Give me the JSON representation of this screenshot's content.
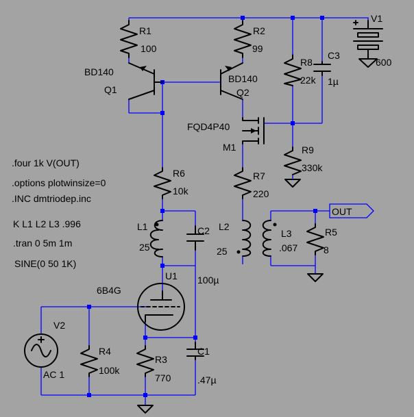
{
  "components": {
    "r1": {
      "name": "R1",
      "value": "100"
    },
    "r2": {
      "name": "R2",
      "value": "99"
    },
    "r3": {
      "name": "R3",
      "value": "770"
    },
    "r4": {
      "name": "R4",
      "value": "100k"
    },
    "r5": {
      "name": "R5",
      "value": "8"
    },
    "r6": {
      "name": "R6",
      "value": "10k"
    },
    "r7": {
      "name": "R7",
      "value": "220"
    },
    "r8": {
      "name": "R8",
      "value": "22k"
    },
    "r9": {
      "name": "R9",
      "value": "330k"
    },
    "c1": {
      "name": "C1",
      "value": ".47µ"
    },
    "c2": {
      "name": "C2",
      "value": "100µ"
    },
    "c3": {
      "name": "C3",
      "value": "1µ"
    },
    "l1": {
      "name": "L1",
      "value": "25"
    },
    "l2": {
      "name": "L2",
      "value": "25"
    },
    "l3": {
      "name": "L3",
      "value": ".067"
    },
    "q1": {
      "name": "Q1",
      "model": "BD140"
    },
    "q2": {
      "name": "Q2",
      "model": "BD140"
    },
    "m1": {
      "name": "M1",
      "model": "FQD4P40"
    },
    "u1": {
      "name": "U1",
      "model": "6B4G"
    },
    "v1": {
      "name": "V1",
      "value": "600"
    },
    "v2": {
      "name": "V2",
      "value": "AC 1"
    }
  },
  "net_labels": {
    "out": "OUT"
  },
  "directives": [
    ".four 1k V(OUT)",
    ".options plotwinsize=0",
    ".INC dmtriodep.inc",
    "K L1 L2 L3 .996",
    ".tran 0 5m 1m",
    "SINE(0 50 1K)"
  ],
  "colors": {
    "background": "#a3a3a3",
    "wire": "#0000ff",
    "component": "#000000"
  }
}
